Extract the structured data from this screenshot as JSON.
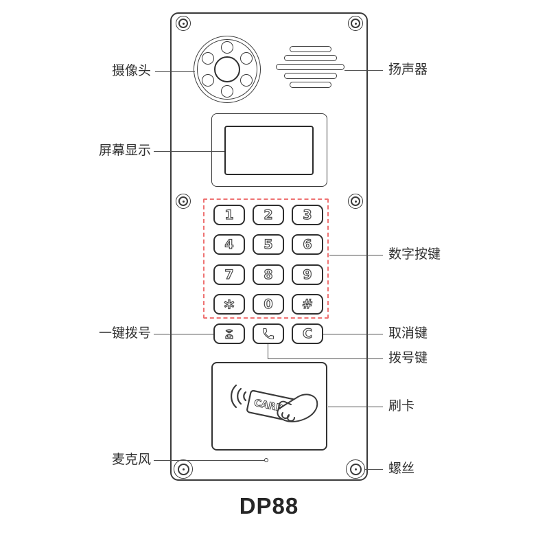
{
  "device": {
    "model": "DP88"
  },
  "labels": {
    "camera": "摄像头",
    "screen": "屏幕显示",
    "one_key_dial": "一键拨号",
    "microphone": "麦克风",
    "speaker": "扬声器",
    "numeric_keys": "数字按键",
    "cancel_key": "取消键",
    "dial_key": "拨号键",
    "card_swipe": "刷卡",
    "screw": "螺丝"
  },
  "keypad": {
    "keys": [
      "1",
      "2",
      "3",
      "4",
      "5",
      "6",
      "7",
      "8",
      "9",
      "*",
      "0",
      "#"
    ],
    "cancel_key_glyph": "C"
  },
  "card_reader": {
    "card_text": "CARD"
  },
  "icons": {
    "one_key_dial": "guard-icon",
    "dial_key": "phone-handset-icon"
  },
  "colors": {
    "outline": "#3a3a3a",
    "keypad_highlight": "#ee7272",
    "leader_line": "#4d4d4d",
    "text": "#303030"
  }
}
